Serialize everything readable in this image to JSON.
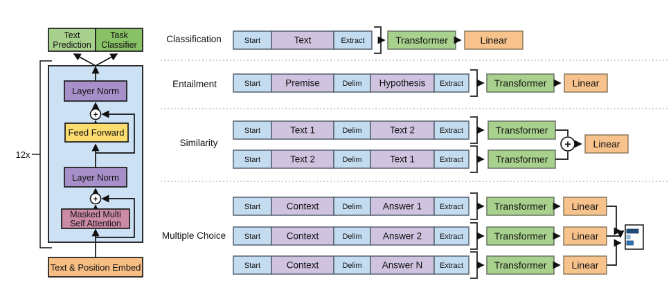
{
  "colors": {
    "token_special_blue": "#C4DCF0",
    "token_content_purple": "#CFC3E0",
    "transformer_green": "#A9D18E",
    "linear_orange": "#F7C28C",
    "block_container_blue": "#CCE1F4",
    "layer_norm_purple": "#A78FC9",
    "feed_forward_yellow": "#FBDC6E",
    "masked_attention_pink": "#CB8BA4",
    "embed_orange": "#F7BE83",
    "text_prediction_green": "#A8D08D",
    "task_classifier_green": "#89C266",
    "score_bar_dark": "#1F4E79",
    "score_bar_light": "#9DC3E6",
    "score_bar_mid": "#2E75B6"
  },
  "left_diagram": {
    "repeat_label": "12x",
    "heads": [
      {
        "line1": "Text",
        "line2": "Prediction"
      },
      {
        "line1": "Task",
        "line2": "Classifier"
      }
    ],
    "layers": {
      "layer_norm_top": "Layer Norm",
      "feed_forward": "Feed Forward",
      "layer_norm_bottom": "Layer Norm",
      "masked_attention_line1": "Masked Multi",
      "masked_attention_line2": "Self Attention",
      "embedding": "Text & Position Embed"
    },
    "residual_operator": "+"
  },
  "tasks": [
    {
      "name": "Classification",
      "rows": [
        {
          "tokens": [
            "Start",
            "Text",
            "Extract"
          ],
          "transformer": "Transformer",
          "linear": "Linear"
        }
      ]
    },
    {
      "name": "Entailment",
      "rows": [
        {
          "tokens": [
            "Start",
            "Premise",
            "Delim",
            "Hypothesis",
            "Extract"
          ],
          "transformer": "Transformer",
          "linear": "Linear"
        }
      ]
    },
    {
      "name": "Similarity",
      "rows": [
        {
          "tokens": [
            "Start",
            "Text 1",
            "Delim",
            "Text 2",
            "Extract"
          ],
          "transformer": "Transformer"
        },
        {
          "tokens": [
            "Start",
            "Text 2",
            "Delim",
            "Text 1",
            "Extract"
          ],
          "transformer": "Transformer"
        }
      ],
      "aggregator": {
        "operator": "+",
        "linear": "Linear"
      }
    },
    {
      "name": "Multiple Choice",
      "rows": [
        {
          "tokens": [
            "Start",
            "Context",
            "Delim",
            "Answer 1",
            "Extract"
          ],
          "transformer": "Transformer",
          "linear": "Linear"
        },
        {
          "tokens": [
            "Start",
            "Context",
            "Delim",
            "Answer 2",
            "Extract"
          ],
          "transformer": "Transformer",
          "linear": "Linear"
        },
        {
          "tokens": [
            "Start",
            "Context",
            "Delim",
            "Answer N",
            "Extract"
          ],
          "transformer": "Transformer",
          "linear": "Linear"
        }
      ]
    }
  ]
}
